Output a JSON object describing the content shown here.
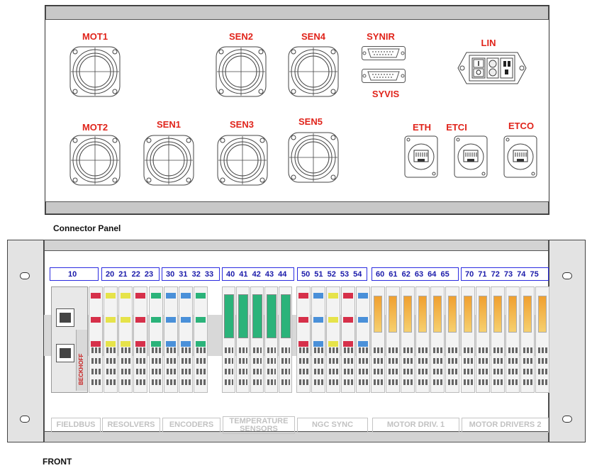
{
  "connector_panel": {
    "caption": "Connector Panel",
    "connectors": {
      "mot1": "MOT1",
      "mot2": "MOT2",
      "sen1": "SEN1",
      "sen2": "SEN2",
      "sen3": "SEN3",
      "sen4": "SEN4",
      "sen5": "SEN5",
      "synir": "SYNIR",
      "syvis": "SYVIS",
      "lin": "LIN",
      "eth": "ETH",
      "etci": "ETCI",
      "etco": "ETCO"
    }
  },
  "front_panel": {
    "caption": "FRONT",
    "terminal_numbers": {
      "fieldbus": "10",
      "resolvers": "20 21 22 23",
      "encoders": "30 31 32 33",
      "temperature": "40 41 42 43 44",
      "ngc_sync": "50 51 52 53 54",
      "motor_drives_1": "60 61 62 63 64 65",
      "motor_drives_2": "70 71 72 73 74 75"
    },
    "groups": {
      "fieldbus": "FIELDBUS",
      "resolvers": "RESOLVERS",
      "encoders": "ENCODERS",
      "temperature": "TEMPERATURE SENSORS",
      "ngc_sync": "NGC SYNC",
      "motor_drives_1": "MOTOR DRIV. 1",
      "motor_drives_2": "MOTOR DRIVERS 2"
    },
    "coupler_brand": "BECKHOFF"
  },
  "colors": {
    "label_red": "#e0241b",
    "number_blue": "#2b2be0",
    "group_grey": "#c2c2c2",
    "terminal_green": "#2bb37a",
    "terminal_orange": "#f0a030",
    "terminal_yellow": "#e6e34a",
    "terminal_red": "#d6304a",
    "terminal_blue": "#4a90d9"
  }
}
